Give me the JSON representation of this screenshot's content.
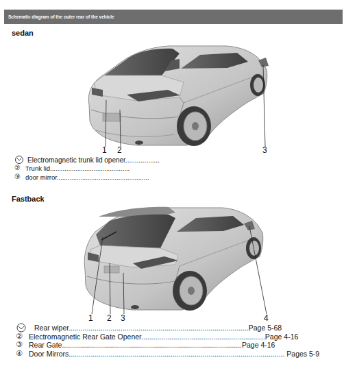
{
  "diagram": {
    "title": "Schematic diagram of the outer rear of the vehicle",
    "labels": [
      "sedan",
      "1",
      "2",
      "3",
      "Electromagnetic trunk lid opener..................",
      "②",
      "Trunk lid............................................",
      "③",
      "door mirror...................................................",
      "Fastback",
      "1",
      "2",
      "3",
      "4",
      "Rear wiper..........................................................................................Page 5-68",
      "②",
      "Electromagnetic Rear Gate Opener..............................................................Page 4-16",
      "③",
      "Rear Gate..........................................................................................Page 4-16",
      "④",
      "Door Mirrors............................................................................................................ Pages 5-9"
    ]
  }
}
